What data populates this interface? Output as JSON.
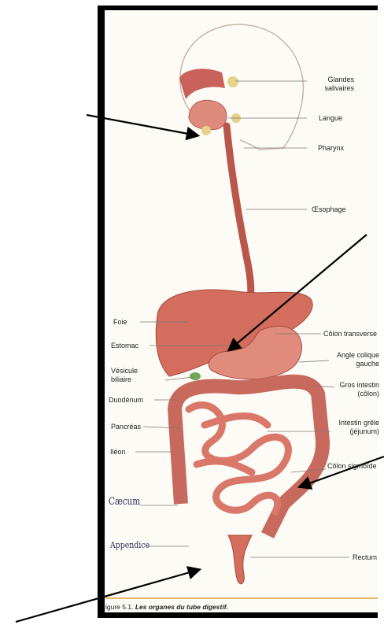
{
  "labels": {
    "glandes": "Glandes salivaires",
    "langue": "Langue",
    "pharynx": "Pharynx",
    "oesophage": "Œsophage",
    "foie": "Foie",
    "estomac": "Estomac",
    "vesicule": "Vésicule biliaire",
    "duodenum": "Duodénum",
    "pancreas": "Pancréas",
    "ileon": "Iléon",
    "caecum": "Cæcum",
    "appendice": "Appendice",
    "colon_transverse": "Côlon transverse",
    "angle_colique": "Angle colique gauche",
    "gros_intestin": "Gros intestin (côlon)",
    "intestin_grele": "Intestin grêle (jéjunum)",
    "colon_sigmoide": "Côlon sigmoïde",
    "rectum": "Rectum"
  },
  "caption": {
    "prefix": "igure 5.1.",
    "title": "Les organes du tube digestif."
  },
  "colors": {
    "frame": "#000000",
    "organ": "#d9786a",
    "organ_dark": "#b9574b",
    "leader": "#777777",
    "caption_rule": "#e2a23a"
  }
}
